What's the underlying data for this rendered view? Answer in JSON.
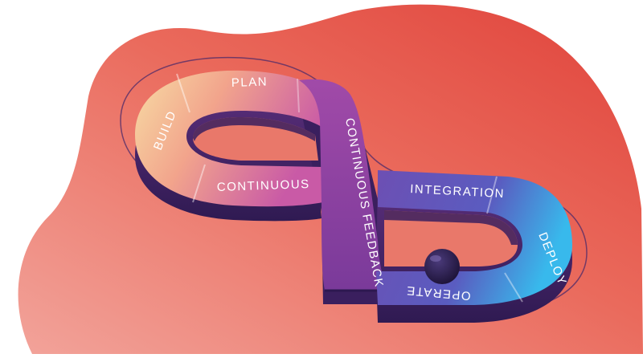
{
  "diagram": {
    "segments": [
      {
        "id": "plan",
        "label": "PLAN",
        "color": "#f4b58a"
      },
      {
        "id": "build",
        "label": "BUILD",
        "color": "#f5d49c"
      },
      {
        "id": "continuous",
        "label": "CONTINUOUS",
        "color": "#d86aa6"
      },
      {
        "id": "continuous-feedback",
        "label": "CONTINUOUS FEEDBACK",
        "color": "#8b3f9e"
      },
      {
        "id": "integration",
        "label": "INTEGRATION",
        "color": "#6a55b8"
      },
      {
        "id": "deploy",
        "label": "DEPLOY",
        "color": "#3fb8e8"
      },
      {
        "id": "operate",
        "label": "OPERATE",
        "color": "#5a4fb0"
      }
    ],
    "background_color": "#e8574a",
    "shadow_color": "#3b1f5f"
  }
}
